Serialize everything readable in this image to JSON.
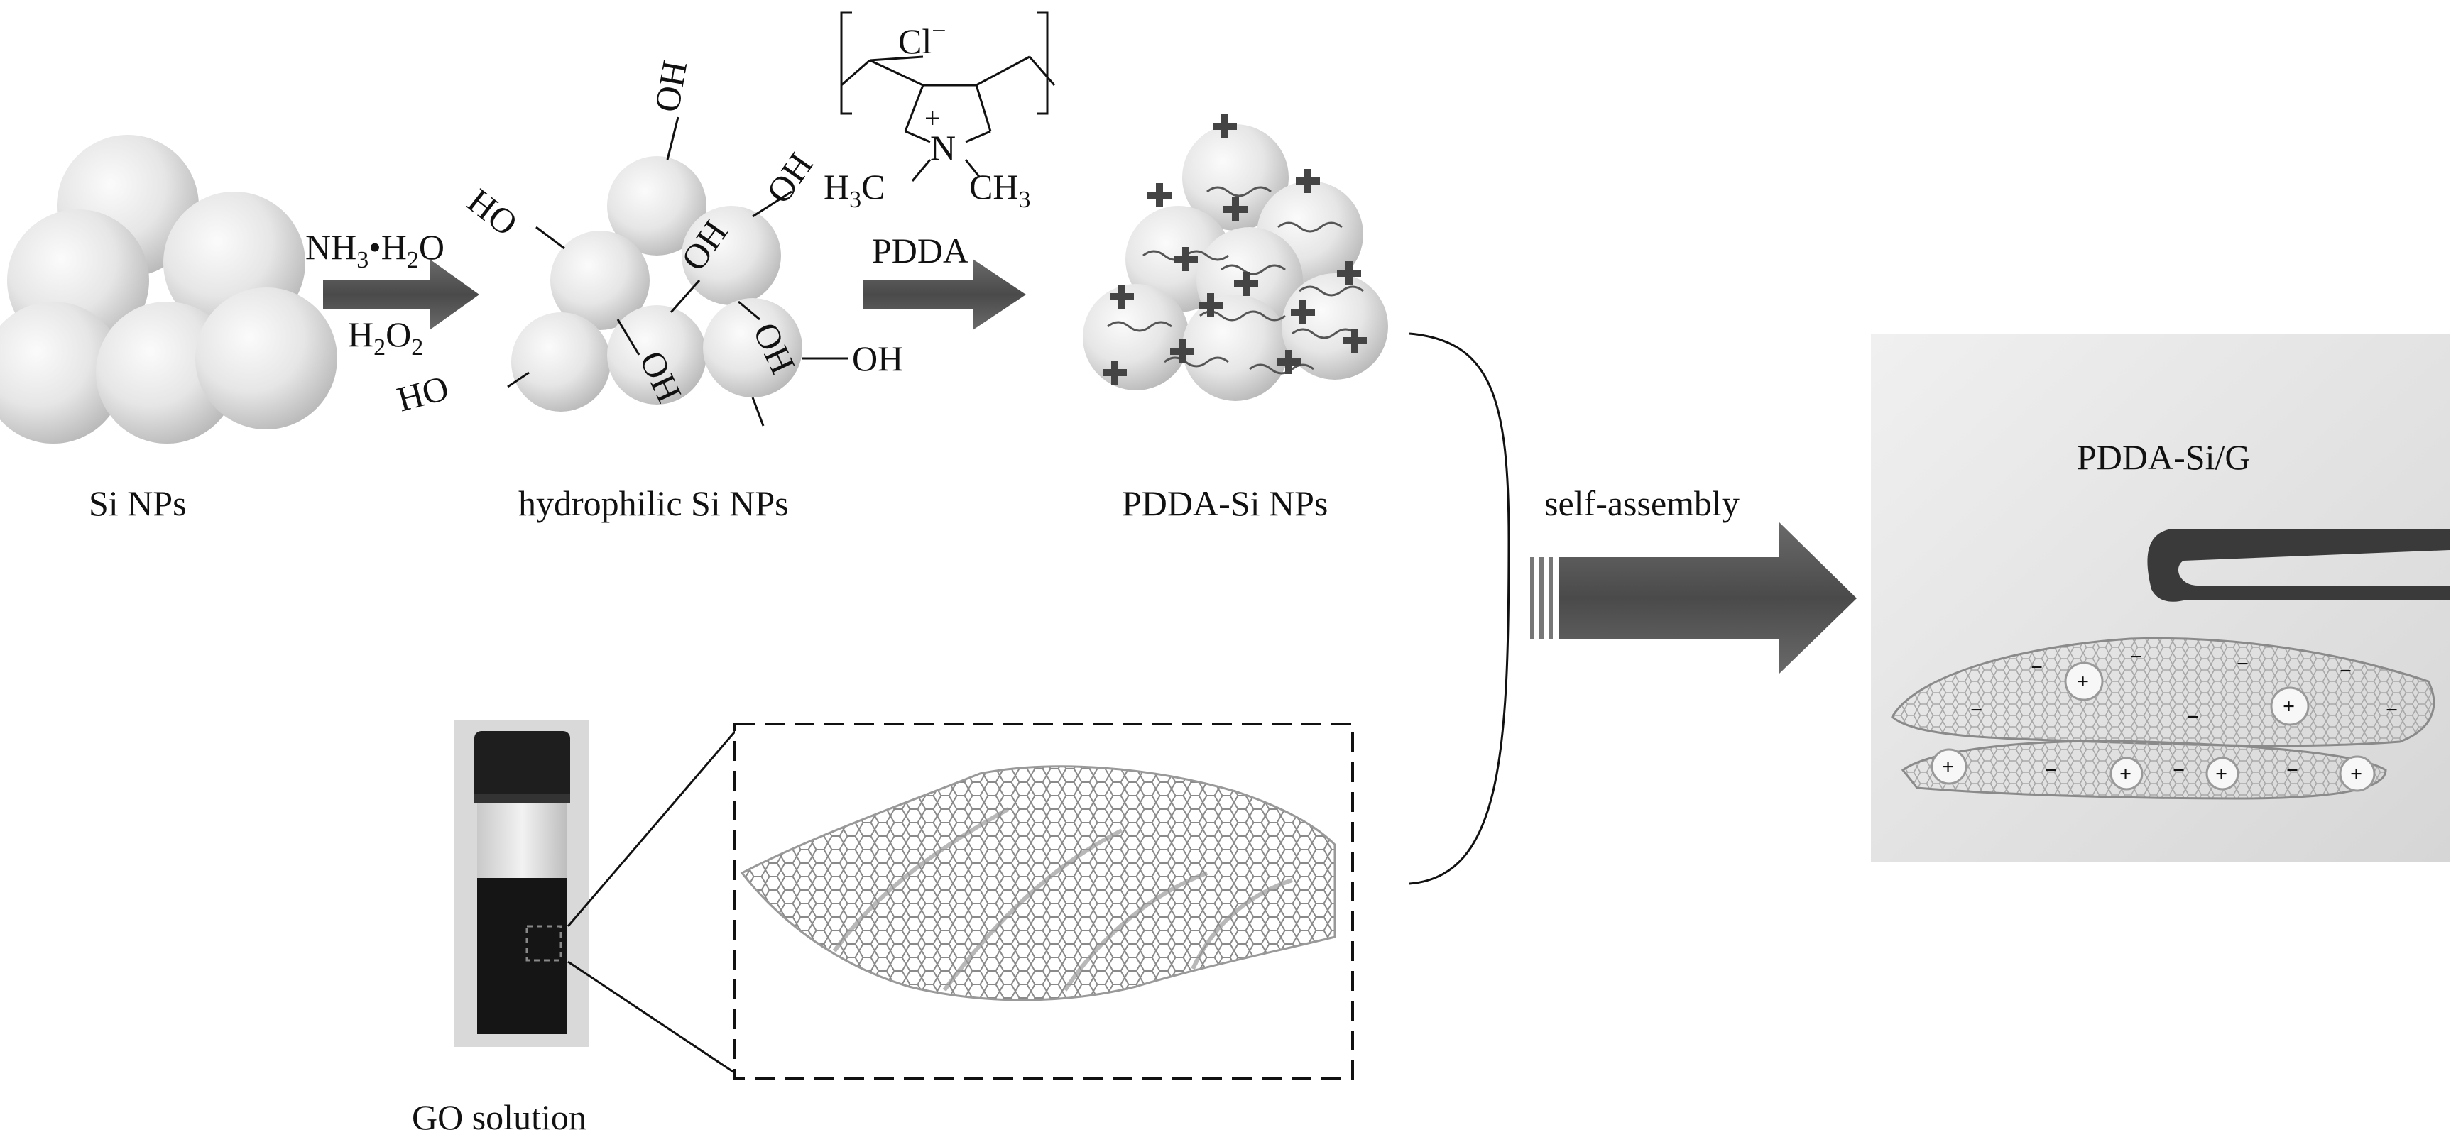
{
  "labels": {
    "si_nps": "Si NPs",
    "hydrophilic_si_nps": "hydrophilic Si NPs",
    "pdda_si_nps": "PDDA-Si NPs",
    "go_solution": "GO solution",
    "self_assembly": "self-assembly",
    "product": "PDDA-Si/G"
  },
  "reagents": {
    "step1_top_base": "NH",
    "step1_top_sub": "3",
    "step1_top_tail": "•H",
    "step1_top_sub2": "2",
    "step1_top_end": "O",
    "step1_bottom_h": "H",
    "step1_bottom_sub1": "2",
    "step1_bottom_o": "O",
    "step1_bottom_sub2": "2",
    "step2": "PDDA"
  },
  "pdda_structure": {
    "counterion": "Cl",
    "counterion_charge": "−",
    "cation": "N",
    "cation_charge": "+",
    "methyl_left": "H",
    "methyl_left_sub": "3",
    "methyl_left_c": "C",
    "methyl_right": "CH",
    "methyl_right_sub": "3"
  },
  "hydroxyl_group": "OH",
  "hydroxyl_group_rev": "HO",
  "charges": {
    "plus": "+",
    "minus": "−"
  },
  "colors": {
    "sphere_light": "#f2f2f2",
    "sphere_dark": "#bdbdbd",
    "arrow": "#555555",
    "plus_sign": "#444444",
    "photo_bg": "#e4e4e4",
    "vial_liquid": "#151515"
  }
}
